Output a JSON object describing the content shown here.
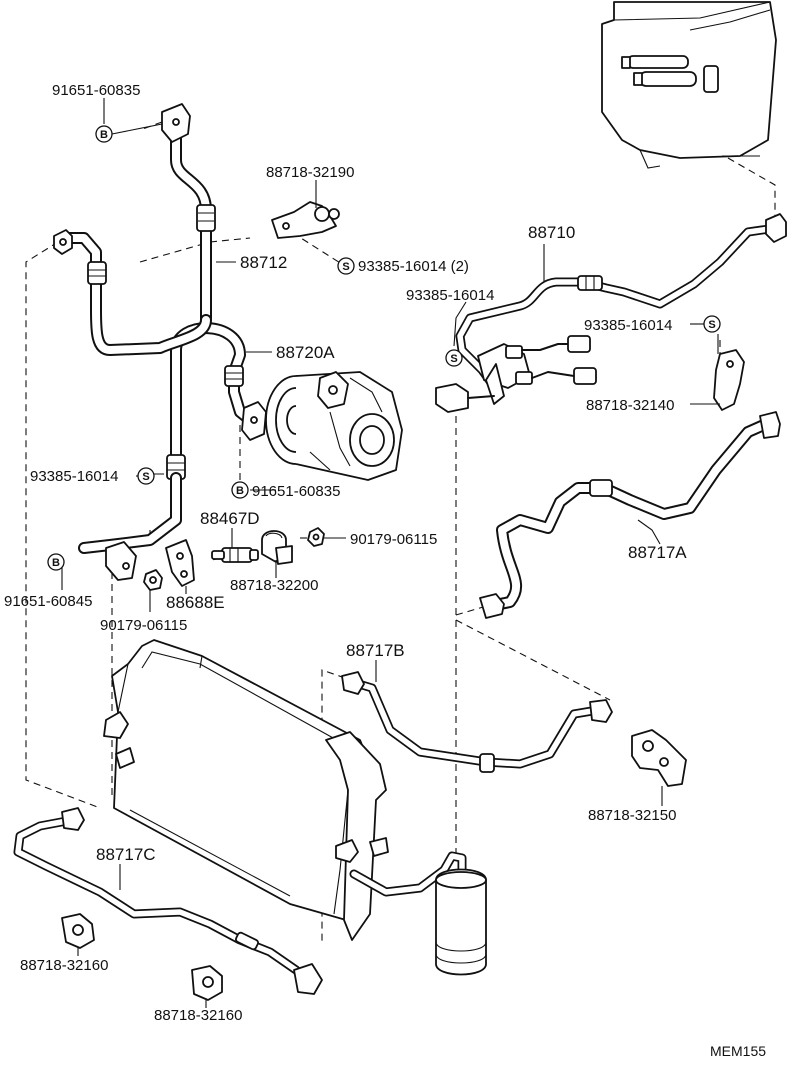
{
  "labels": {
    "bolt_91651_60835_top": "91651-60835",
    "clamp_88718_32190": "88718-32190",
    "hose_88712": "88712",
    "screw_93385_16014_2": "93385-16014 (2)",
    "tube_88710": "88710",
    "screw_93385_16014_a": "93385-16014",
    "screw_93385_16014_b": "93385-16014",
    "hose_88720A": "88720A",
    "clamp_88718_32140": "88718-32140",
    "screw_93385_16014_c": "93385-16014",
    "bolt_91651_60835_mid": "91651-60835",
    "switch_88467D": "88467D",
    "nut_90179_06115_right": "90179-06115",
    "tube_88717A": "88717A",
    "bolt_91651_60845": "91651-60845",
    "clamp_88718_32200": "88718-32200",
    "bracket_88688E": "88688E",
    "nut_90179_06115_left": "90179-06115",
    "tube_88717B": "88717B",
    "clamp_88718_32150": "88718-32150",
    "tube_88717C": "88717C",
    "clamp_88718_32160_a": "88718-32160",
    "clamp_88718_32160_b": "88718-32160",
    "diagram_code": "MEM155"
  },
  "symbols": {
    "bolt": "B",
    "screw": "S"
  },
  "colors": {
    "ink": "#111111",
    "paper": "#ffffff"
  }
}
